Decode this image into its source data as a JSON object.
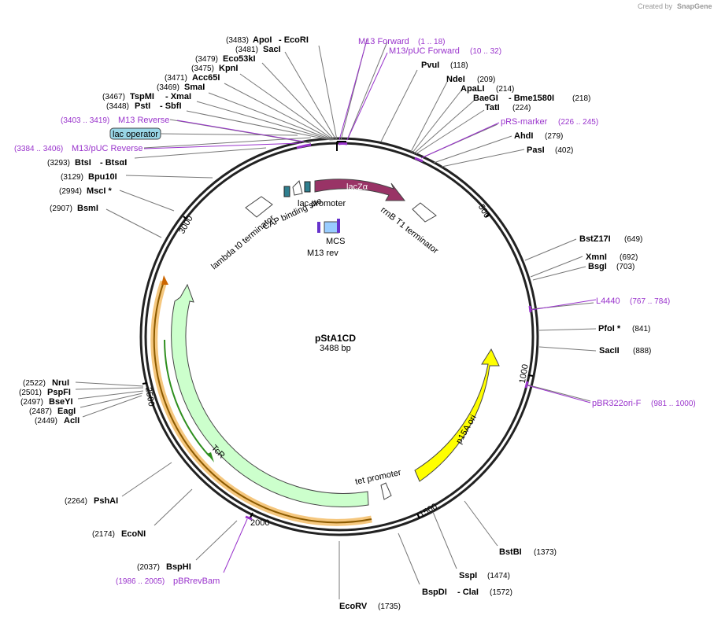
{
  "credit": {
    "prefix": "Created by",
    "brand": "SnapGene"
  },
  "plasmid": {
    "name": "pStA1CD",
    "size": "3488 bp"
  },
  "map": {
    "ticks": [
      "500",
      "1000",
      "1500",
      "2000",
      "2500",
      "3000"
    ]
  },
  "features": {
    "lacz_alpha": "lacZα",
    "rrnb_t1": "rrnB T1 terminator",
    "lambda_t0": "lambda t0 terminator",
    "cap_site": "CAP binding site",
    "lac_promoter": "lac promoter",
    "lac_operator": "lac operator",
    "mcs": "MCS",
    "m13_rev": "M13 rev",
    "tet_promoter": "tet promoter",
    "tcr": "TcR",
    "p15a_ori": "p15A ori"
  },
  "primers": {
    "m13_forward": {
      "name": "M13 Forward",
      "pos": "(1 .. 18)"
    },
    "m13puc_forward": {
      "name": "M13/pUC Forward",
      "pos": "(10 .. 32)"
    },
    "m13_reverse": {
      "name": "M13 Reverse",
      "pos": "(3403 .. 3419)"
    },
    "m13puc_reverse": {
      "name": "M13/pUC Reverse",
      "pos": "(3384 .. 3406)"
    },
    "prs_marker": {
      "name": "pRS-marker",
      "pos": "(226 .. 245)"
    },
    "l4440": {
      "name": "L4440",
      "pos": "(767 .. 784)"
    },
    "pbr322ori_f": {
      "name": "pBR322ori-F",
      "pos": "(981 .. 1000)"
    },
    "pbrrevbam": {
      "name": "pBRrevBam",
      "pos": "(1986 .. 2005)"
    }
  },
  "sites": {
    "apoi": {
      "name": "ApoI",
      "alt": "- EcoRI",
      "pos": "(3483)"
    },
    "saci": {
      "name": "SacI",
      "pos": "(3481)"
    },
    "eco53ki": {
      "name": "Eco53kI",
      "pos": "(3479)"
    },
    "kpni": {
      "name": "KpnI",
      "pos": "(3475)"
    },
    "acc65i": {
      "name": "Acc65I",
      "pos": "(3471)"
    },
    "smai": {
      "name": "SmaI",
      "pos": "(3469)"
    },
    "tspmi": {
      "name": "TspMI",
      "alt": "- XmaI",
      "pos": "(3467)"
    },
    "psti": {
      "name": "PstI",
      "alt": "- SbfI",
      "pos": "(3448)"
    },
    "btsi": {
      "name": "BtsI",
      "alt": "- BtsαI",
      "pos": "(3293)"
    },
    "bpu10i": {
      "name": "Bpu10I",
      "pos": "(3129)"
    },
    "msci": {
      "name": "MscI *",
      "pos": "(2994)"
    },
    "bsmi": {
      "name": "BsmI",
      "pos": "(2907)"
    },
    "pvui": {
      "name": "PvuI",
      "pos": "(118)"
    },
    "ndei": {
      "name": "NdeI",
      "pos": "(209)"
    },
    "apali": {
      "name": "ApaLI",
      "pos": "(214)"
    },
    "baegi": {
      "name": "BaeGI",
      "alt": "- Bme1580I",
      "pos": "(218)"
    },
    "tati": {
      "name": "TatI",
      "pos": "(224)"
    },
    "ahdi": {
      "name": "AhdI",
      "pos": "(279)"
    },
    "pasi": {
      "name": "PasI",
      "pos": "(402)"
    },
    "bstz17i": {
      "name": "BstZ17I",
      "pos": "(649)"
    },
    "xmni": {
      "name": "XmnI",
      "pos": "(692)"
    },
    "bsgi": {
      "name": "BsgI",
      "pos": "(703)"
    },
    "pfoi": {
      "name": "PfoI *",
      "pos": "(841)"
    },
    "sacii": {
      "name": "SacII",
      "pos": "(888)"
    },
    "bstbi": {
      "name": "BstBI",
      "pos": "(1373)"
    },
    "sspi": {
      "name": "SspI",
      "pos": "(1474)"
    },
    "bspdi": {
      "name": "BspDI",
      "alt": "- ClaI",
      "pos": "(1572)"
    },
    "ecorv": {
      "name": "EcoRV",
      "pos": "(1735)"
    },
    "bsphi": {
      "name": "BspHI",
      "pos": "(2037)"
    },
    "econi": {
      "name": "EcoNI",
      "pos": "(2174)"
    },
    "pshai": {
      "name": "PshAI",
      "pos": "(2264)"
    },
    "nrui": {
      "name": "NruI",
      "pos": "(2522)"
    },
    "pspfi": {
      "name": "PspFI",
      "pos": "(2501)"
    },
    "bseyi": {
      "name": "BseYI",
      "pos": "(2497)"
    },
    "eagi": {
      "name": "EagI",
      "pos": "(2487)"
    },
    "acli": {
      "name": "AclI",
      "pos": "(2449)"
    }
  }
}
